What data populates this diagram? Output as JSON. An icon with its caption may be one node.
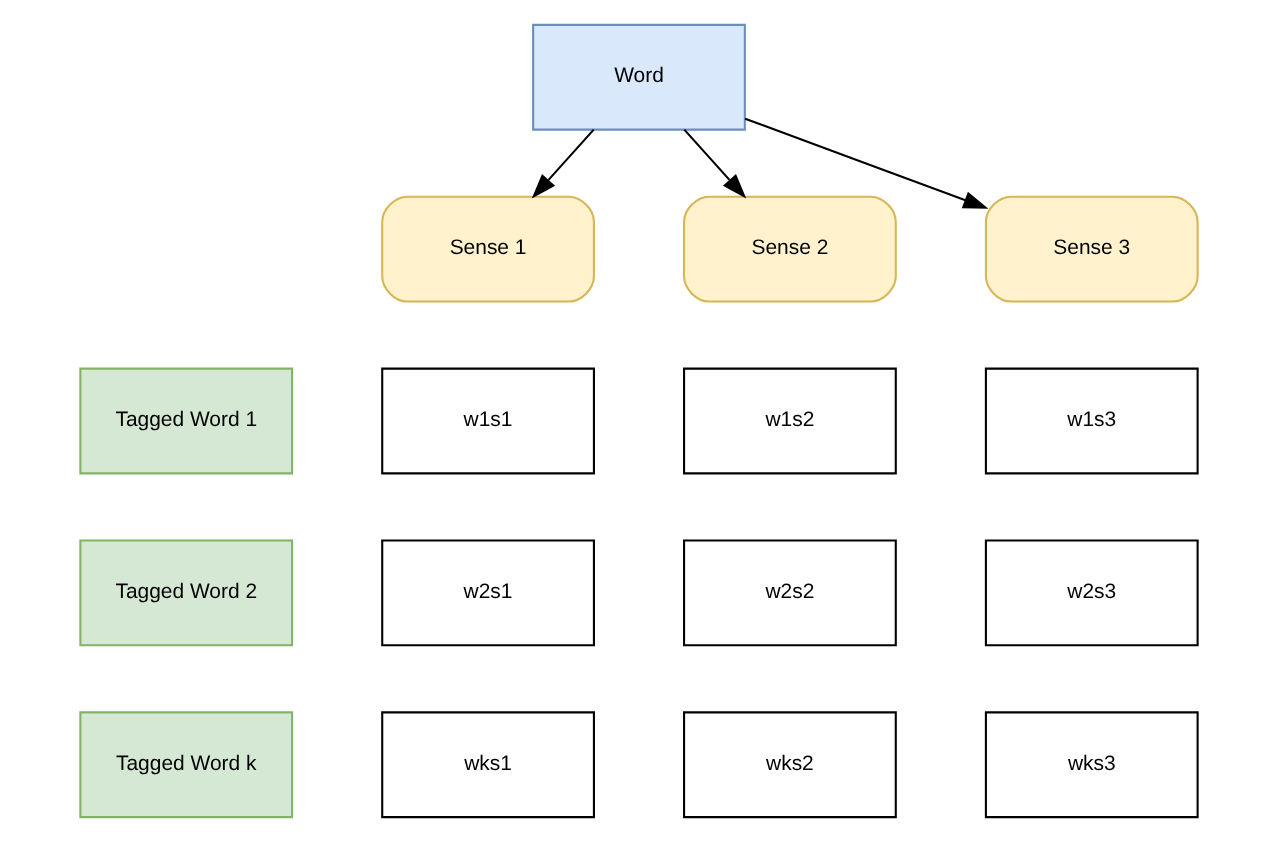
{
  "diagram": {
    "nodes": [
      {
        "text": [
          "Word"
        ]
      },
      {
        "text": [
          "Sense 1"
        ]
      },
      {
        "text": [
          "Sense 2"
        ]
      },
      {
        "text": [
          "Sense 3"
        ]
      },
      {
        "text": [
          "Tagged Word 1"
        ]
      },
      {
        "text": [
          "w1s1"
        ]
      },
      {
        "text": [
          "w1s2"
        ]
      },
      {
        "text": [
          "w1s3"
        ]
      },
      {
        "text": [
          "Tagged Word 2"
        ]
      },
      {
        "text": [
          "w2s1"
        ]
      },
      {
        "text": [
          "w2s2"
        ]
      },
      {
        "text": [
          "w2s3"
        ]
      },
      {
        "text": [
          "Tagged Word k"
        ]
      },
      {
        "text": [
          "wks1"
        ]
      },
      {
        "text": [
          "wks2"
        ]
      },
      {
        "text": [
          "wks3"
        ]
      }
    ],
    "edges": [
      {
        "from": 0,
        "to": 1,
        "arrow": "to"
      },
      {
        "from": 0,
        "to": 2,
        "arrow": "to"
      },
      {
        "from": 0,
        "to": 3,
        "arrow": "to"
      }
    ]
  }
}
